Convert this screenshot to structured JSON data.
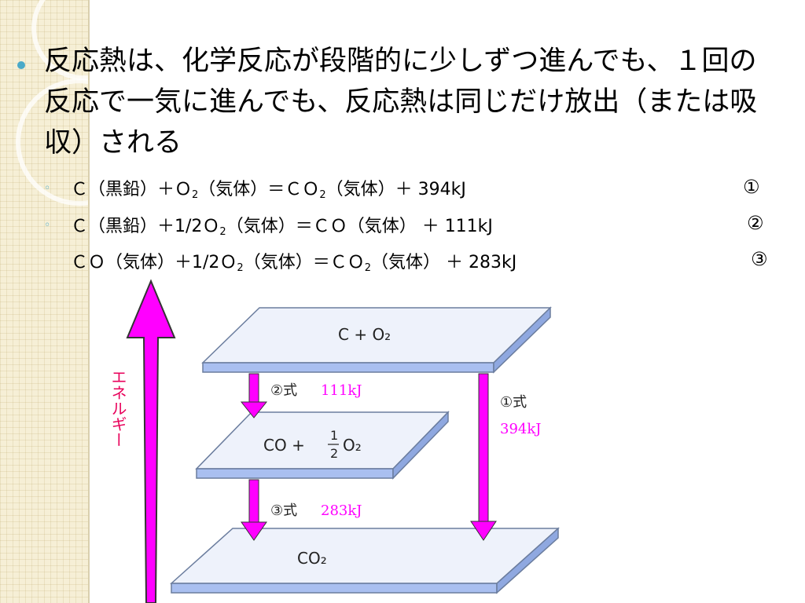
{
  "main_bullet": "反応熱は、化学反応が段階的に少しずつ進んでも、１回の反応で一気に進んでも、反応熱は同じだけ放出（または吸収）される",
  "eq1": {
    "pre": "Ｃ（黒鉛）＋Ｏ",
    "mid": "（気体）＝ＣＯ",
    "post": "（気体）＋ 394kJ",
    "num": "①"
  },
  "eq2": {
    "pre": "Ｃ（黒鉛）＋1/2Ｏ",
    "post": "（気体）＝ＣＯ（気体） ＋ 111kJ",
    "num": "②"
  },
  "eq3": {
    "pre": "ＣＯ（気体）＋1/2Ｏ",
    "mid": "（気体）＝ＣＯ",
    "post": "（気体） ＋ 283kJ",
    "num": "③"
  },
  "subscript": "2",
  "diagram": {
    "energy_label": "エネルギー",
    "top_plate": "C + O₂",
    "middle_plate_pre": "CO +",
    "middle_plate_frac_num": "1",
    "middle_plate_frac_den": "2",
    "middle_plate_post": "O₂",
    "bottom_plate": "CO₂",
    "step2_label": "②式",
    "step2_value": "111kJ",
    "step3_label": "③式",
    "step3_value": "283kJ",
    "step1_label": "①式",
    "step1_value": "394kJ"
  },
  "colors": {
    "accent_bullet": "#4aa9c8",
    "arrow": "#ff00ff",
    "value_text": "#ff00ff",
    "plate_top": "#eef2fb",
    "plate_edge": "#a9bff0",
    "energy_label": "#e8005a"
  }
}
